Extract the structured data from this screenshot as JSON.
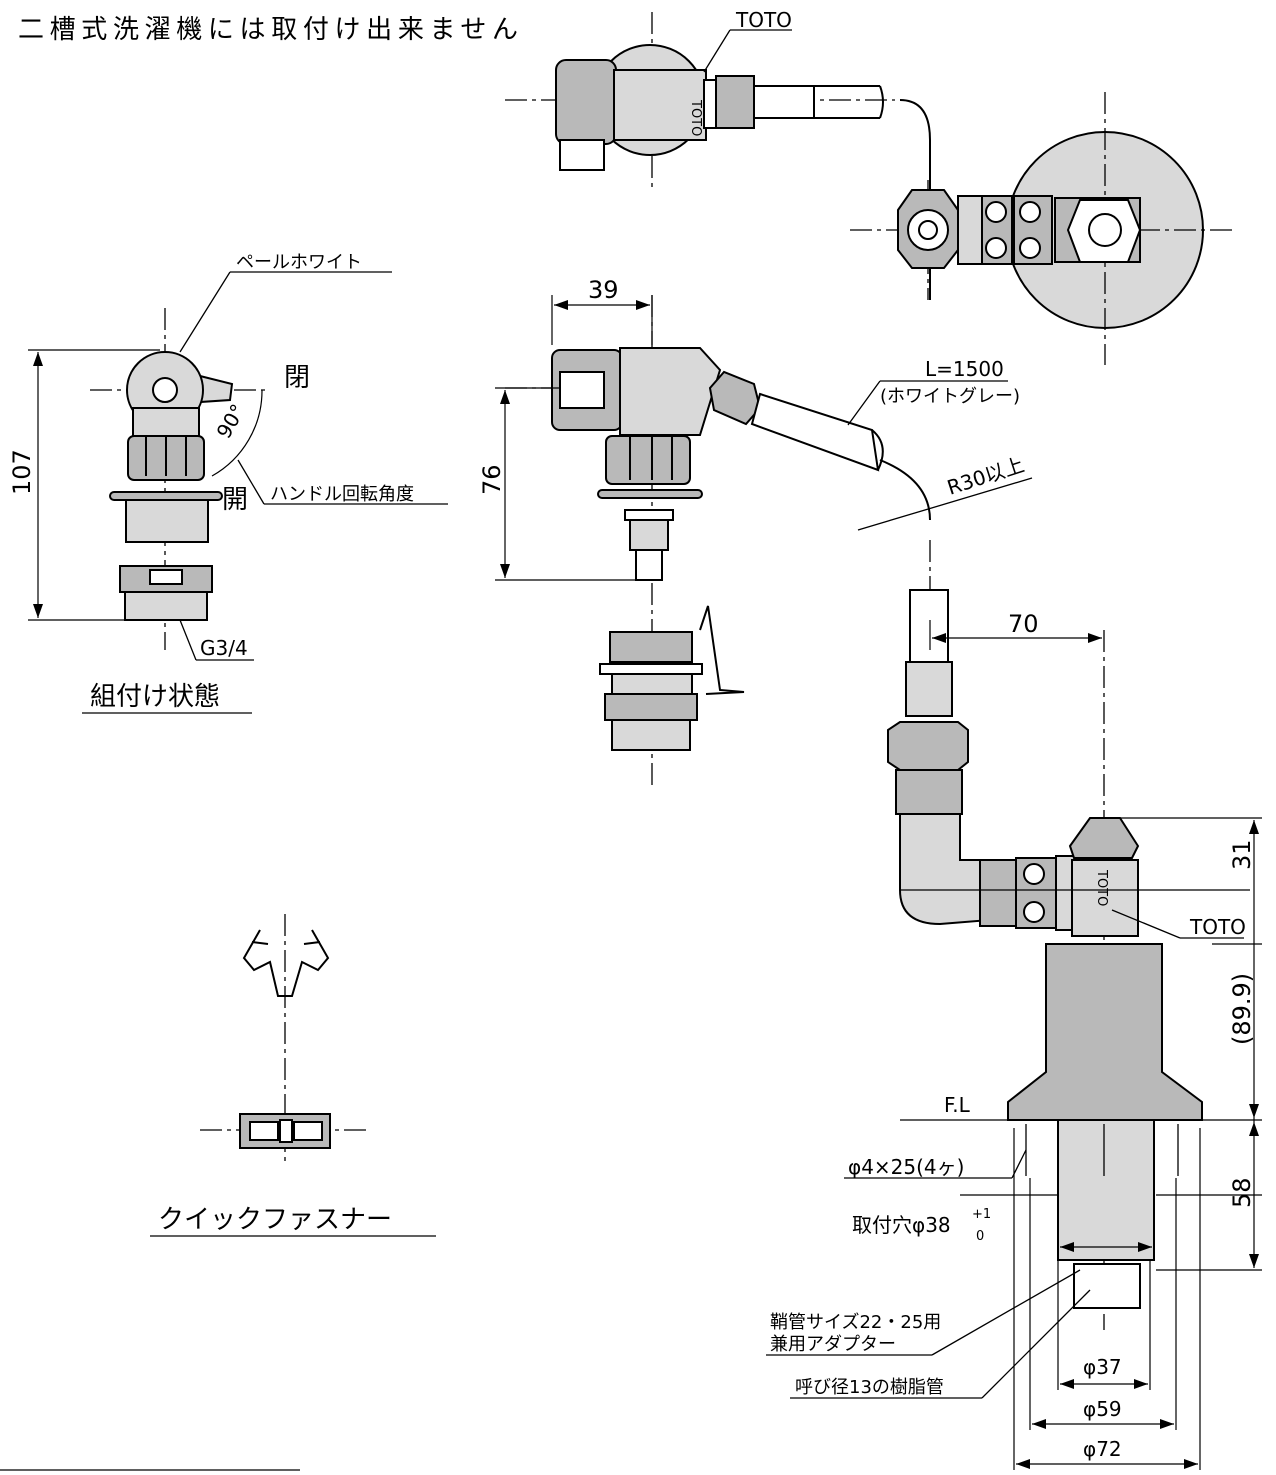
{
  "notes": {
    "top_line1": "",
    "top_line2": "二槽式洗濯機には取付け出来ません"
  },
  "labels": {
    "toto_top": "TOTO",
    "toto_right": "TOTO",
    "pale_white": "ペールホワイト",
    "closed_top": "閉",
    "open_bottom": "開",
    "angle_90": "90°",
    "handle_rotation": "ハンドル回転角度",
    "g34": "G3/4",
    "assembled_state": "組付け状態",
    "quick_fastener": "クイックファスナー",
    "hose_length": "L=1500",
    "hose_color": "(ホワイトグレー)",
    "bend_radius": "R30以上",
    "floor_line": "F.L",
    "screws": "φ4×25(4ヶ)",
    "mount_hole": "取付穴φ38",
    "mount_hole_tol_plus": "+1",
    "mount_hole_tol_zero": "0",
    "sheath_adapter_line1": "鞘管サイズ22・25用",
    "sheath_adapter_line2": "兼用アダプター",
    "resin_pipe": "呼び径13の樹脂管",
    "body_logo": "TOTO"
  },
  "dimensions": {
    "d107": "107",
    "d39": "39",
    "d76": "76",
    "d70": "70",
    "d31": "31",
    "d89_9": "(89.9)",
    "d58": "58",
    "phi37": "φ37",
    "phi59": "φ59",
    "phi72": "φ72"
  }
}
